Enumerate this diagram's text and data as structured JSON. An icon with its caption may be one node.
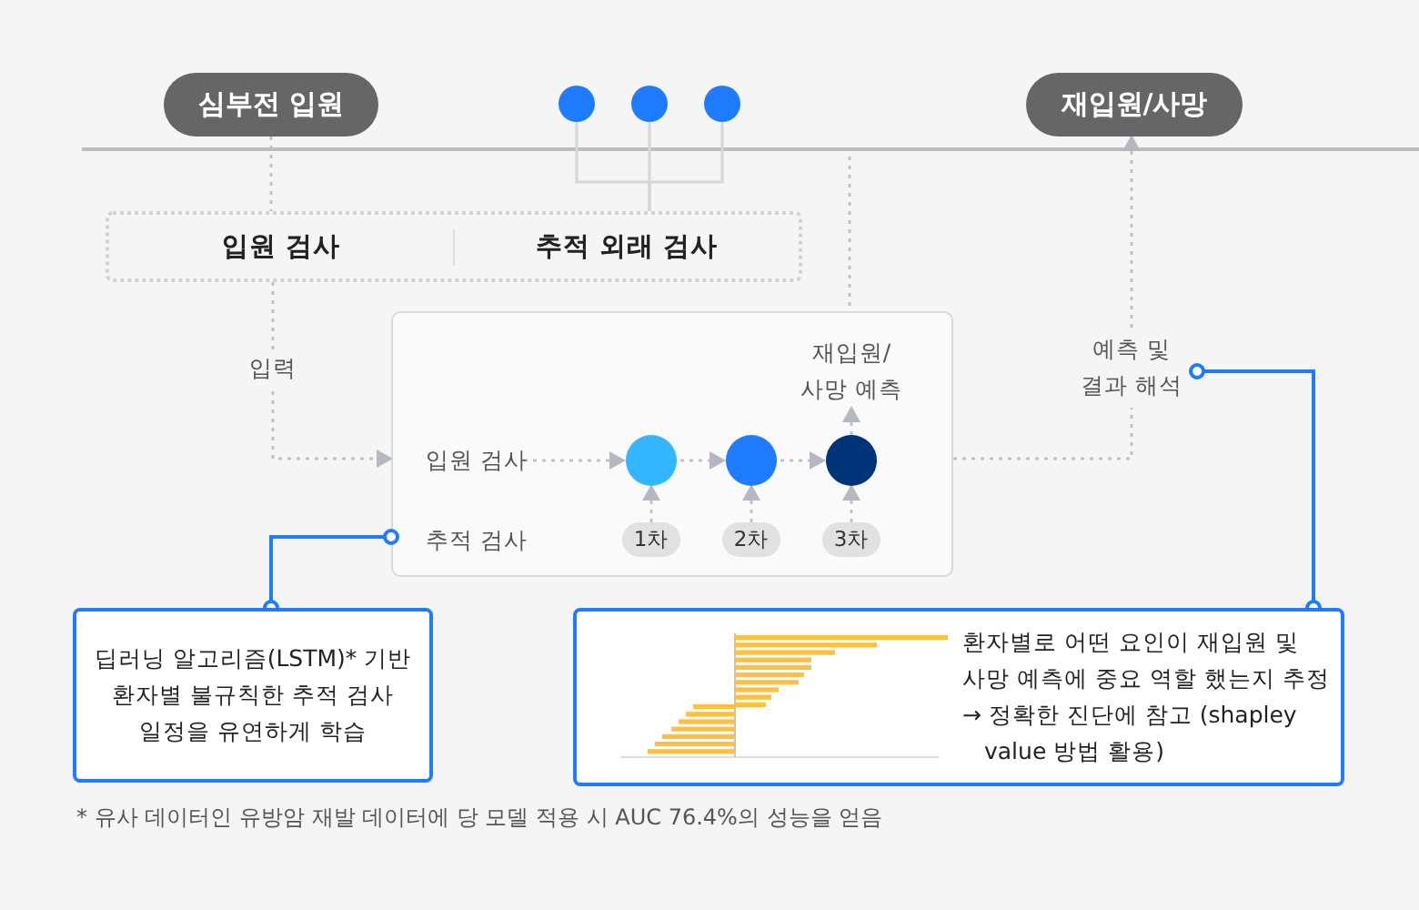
{
  "diagram": {
    "nodes": [
      {
        "text": [
          "심부전 입원"
        ]
      },
      {
        "text": [
          "재입원/사망"
        ]
      },
      {
        "text": [],
        "shape": "circle"
      },
      {
        "text": [],
        "shape": "circle"
      },
      {
        "text": [],
        "shape": "circle"
      },
      {
        "text": [
          "입원 검사",
          "추적 외래 검사"
        ]
      },
      {
        "text": [],
        "shape": "box"
      },
      {
        "text": [
          "입원 검사"
        ],
        "in": 6
      },
      {
        "text": [
          "추적 검사"
        ],
        "in": 6
      },
      {
        "text": [],
        "shape": "circle",
        "in": 6
      },
      {
        "text": [],
        "shape": "circle",
        "in": 6
      },
      {
        "text": [],
        "shape": "circle",
        "in": 6
      },
      {
        "text": [
          "재입원/ 사망 예측"
        ],
        "in": 6
      },
      {
        "text": [
          "1차"
        ],
        "in": 6
      },
      {
        "text": [
          "2차"
        ],
        "in": 6
      },
      {
        "text": [
          "3차"
        ],
        "in": 6
      },
      {
        "text": [
          "예측 및 결과 해석"
        ]
      },
      {
        "text": [
          "딥러닝 알고리즘(LSTM)* 기반 환자별 불규칙한 추적 검사 일정을 유연하게 학습"
        ]
      },
      {
        "text": [
          "환자별로 어떤 요인이 재입원 및 사망 예측에 중요 역할 했는지 추정",
          "→ 정확한 진단에 참고 (shapley value 방법 활용)"
        ]
      }
    ],
    "edges": [
      {
        "from": 0,
        "to": 5,
        "arrow": "none",
        "style": "dashed"
      },
      {
        "from": 2,
        "to": 5,
        "arrow": "none"
      },
      {
        "from": 3,
        "to": 5,
        "arrow": "none"
      },
      {
        "from": 4,
        "to": 5,
        "arrow": "none"
      },
      {
        "from": 5,
        "to": 6,
        "arrow": "to",
        "style": "dashed",
        "label": "입력"
      },
      {
        "from": 7,
        "to": 9,
        "arrow": "to",
        "style": "dashed"
      },
      {
        "from": 9,
        "to": 10,
        "arrow": "to",
        "style": "dashed"
      },
      {
        "from": 10,
        "to": 11,
        "arrow": "to",
        "style": "dashed"
      },
      {
        "from": 13,
        "to": 9,
        "arrow": "to",
        "style": "dashed"
      },
      {
        "from": 14,
        "to": 10,
        "arrow": "to",
        "style": "dashed"
      },
      {
        "from": 15,
        "to": 11,
        "arrow": "to",
        "style": "dashed"
      },
      {
        "from": 11,
        "to": 12,
        "arrow": "to",
        "style": "dashed"
      },
      {
        "from": 6,
        "to": 16,
        "arrow": "none",
        "style": "dashed"
      },
      {
        "from": 16,
        "to": 1,
        "arrow": "to",
        "style": "dashed"
      },
      {
        "from": null,
        "to": 6,
        "arrow": "none",
        "style": "dashed"
      },
      {
        "from": 6,
        "to": 17,
        "arrow": "other",
        "color": "#1f7bff"
      },
      {
        "from": 16,
        "to": 18,
        "arrow": "other",
        "color": "#1f7bff"
      }
    ],
    "labels": [
      "* 유사 데이터인 유방암 재발 데이터에 당 모델 적용 시 AUC 76.4%의 성능을 얻음"
    ]
  }
}
